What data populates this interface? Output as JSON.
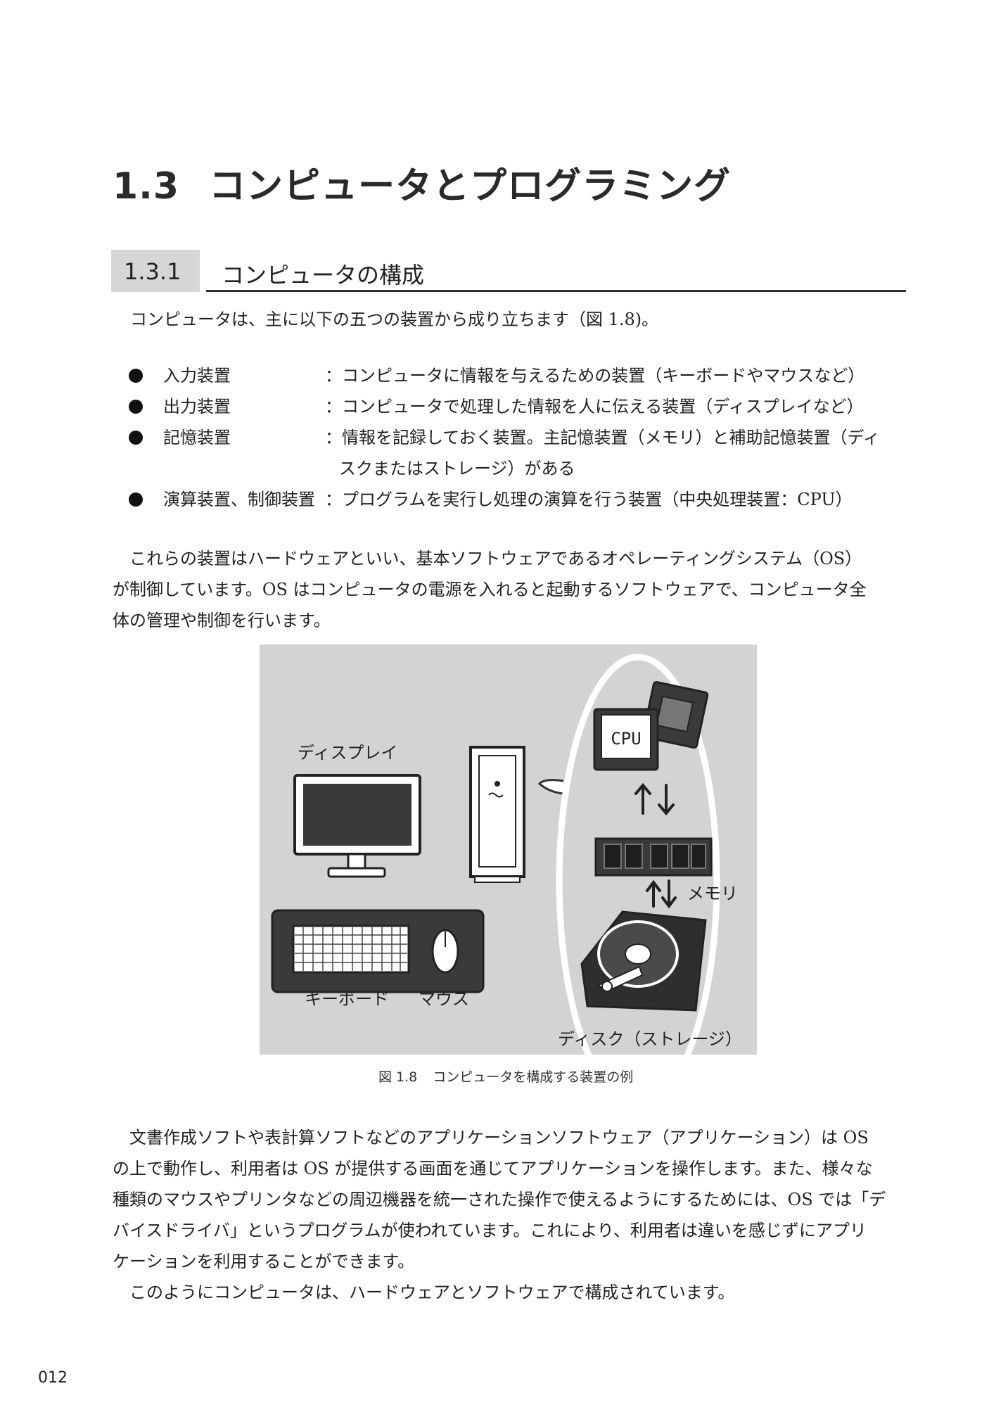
{
  "chapter": {
    "number": "1.3",
    "title": "コンピュータとプログラミング"
  },
  "section": {
    "number": "1.3.1",
    "title": "コンピュータの構成"
  },
  "intro": "コンピュータは、主に以下の五つの装置から成り立ちます（図 1.8)。",
  "devices": [
    {
      "term": "入力装置",
      "desc": "：コンピュータに情報を与えるための装置（キーボードやマウスなど）"
    },
    {
      "term": "出力装置",
      "desc": "：コンピュータで処理した情報を人に伝える装置（ディスプレイなど）"
    },
    {
      "term": "記憶装置",
      "desc": "：情報を記録しておく装置。主記憶装置（メモリ）と補助記憶装置（ディ",
      "desc_cont": "スクまたはストレージ）がある"
    },
    {
      "term": "演算装置、制御装置",
      "desc": "：プログラムを実行し処理の演算を行う装置（中央処理装置：CPU）"
    }
  ],
  "paragraph1": [
    "　これらの装置はハードウェアといい、基本ソフトウェアであるオペレーティングシステム（OS）",
    "が制御しています。OS はコンピュータの電源を入れると起動するソフトウェアで、コンピュータ全",
    "体の管理や制御を行います。"
  ],
  "figure": {
    "labels": {
      "display": "ディスプレイ",
      "keyboard": "キーボード",
      "mouse": "マウス",
      "memory": "メモリ",
      "disk": "ディスク（ストレージ）",
      "cpu": "CPU"
    },
    "caption_number": "図 1.8",
    "caption_text": "コンピュータを構成する装置の例"
  },
  "paragraph2": [
    "　文書作成ソフトや表計算ソフトなどのアプリケーションソフトウェア（アプリケーション）は OS",
    "の上で動作し、利用者は OS が提供する画面を通じてアプリケーションを操作します。また、様々な",
    "種類のマウスやプリンタなどの周辺機器を統一された操作で使えるようにするためには、OS では「デ",
    "バイスドライバ」というプログラムが使われています。これにより、利用者は違いを感じずにアプリ",
    "ケーションを利用することができます。",
    "　このようにコンピュータは、ハードウェアとソフトウェアで構成されています。"
  ],
  "page_number": "012"
}
